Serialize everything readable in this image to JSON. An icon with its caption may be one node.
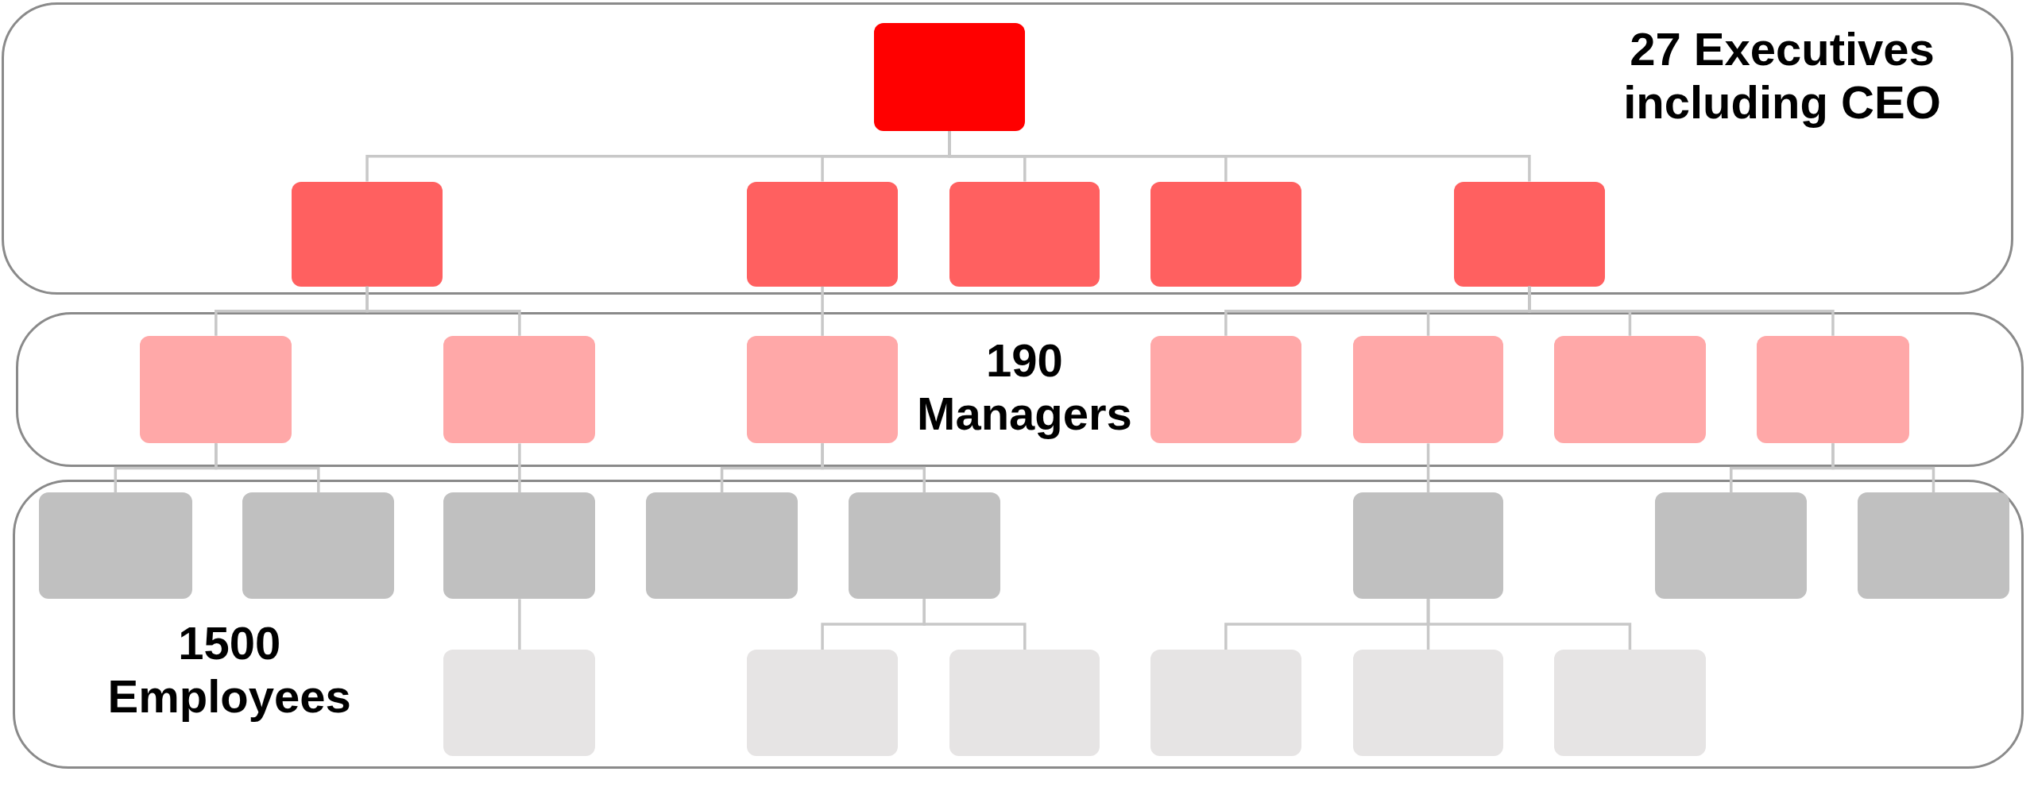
{
  "diagram": {
    "nodes": [
      {
        "text": [
          "27 Executives including CEO"
        ]
      },
      {
        "text": [],
        "shape": "box",
        "in": 0
      },
      {
        "text": [],
        "shape": "box",
        "in": 0
      },
      {
        "text": [],
        "shape": "box",
        "in": 0
      },
      {
        "text": [],
        "shape": "box",
        "in": 0
      },
      {
        "text": [],
        "shape": "box",
        "in": 0
      },
      {
        "text": [],
        "shape": "box",
        "in": 0
      },
      {
        "text": [
          "190 Managers"
        ]
      },
      {
        "text": [],
        "shape": "box",
        "in": 7
      },
      {
        "text": [],
        "shape": "box",
        "in": 7
      },
      {
        "text": [],
        "shape": "box",
        "in": 7
      },
      {
        "text": [],
        "shape": "box",
        "in": 7
      },
      {
        "text": [],
        "shape": "box",
        "in": 7
      },
      {
        "text": [],
        "shape": "box",
        "in": 7
      },
      {
        "text": [],
        "shape": "box",
        "in": 7
      },
      {
        "text": [
          "1500 Employees"
        ]
      },
      {
        "text": [],
        "shape": "box",
        "in": 15
      },
      {
        "text": [],
        "shape": "box",
        "in": 15
      },
      {
        "text": [],
        "shape": "box",
        "in": 15
      },
      {
        "text": [],
        "shape": "box",
        "in": 15
      },
      {
        "text": [],
        "shape": "box",
        "in": 15
      },
      {
        "text": [],
        "shape": "box",
        "in": 15
      },
      {
        "text": [],
        "shape": "box",
        "in": 15
      },
      {
        "text": [],
        "shape": "box",
        "in": 15
      },
      {
        "text": [],
        "shape": "box",
        "in": 15
      },
      {
        "text": [],
        "shape": "box",
        "in": 15
      },
      {
        "text": [],
        "shape": "box",
        "in": 15
      },
      {
        "text": [],
        "shape": "box",
        "in": 15
      },
      {
        "text": [],
        "shape": "box",
        "in": 15
      },
      {
        "text": [],
        "shape": "box",
        "in": 15
      }
    ],
    "edges": [
      {
        "from": 1,
        "to": 2,
        "arrow": "none"
      },
      {
        "from": 1,
        "to": 3,
        "arrow": "none"
      },
      {
        "from": 1,
        "to": 4,
        "arrow": "none"
      },
      {
        "from": 1,
        "to": 5,
        "arrow": "none"
      },
      {
        "from": 1,
        "to": 6,
        "arrow": "none"
      },
      {
        "from": 2,
        "to": 8,
        "arrow": "none"
      },
      {
        "from": 2,
        "to": 9,
        "arrow": "none"
      },
      {
        "from": 3,
        "to": 10,
        "arrow": "none"
      },
      {
        "from": 6,
        "to": 11,
        "arrow": "none"
      },
      {
        "from": 6,
        "to": 12,
        "arrow": "none"
      },
      {
        "from": 6,
        "to": 13,
        "arrow": "none"
      },
      {
        "from": 6,
        "to": 14,
        "arrow": "none"
      },
      {
        "from": 8,
        "to": 16,
        "arrow": "none"
      },
      {
        "from": 8,
        "to": 17,
        "arrow": "none"
      },
      {
        "from": 9,
        "to": 18,
        "arrow": "none"
      },
      {
        "from": 10,
        "to": 19,
        "arrow": "none"
      },
      {
        "from": 10,
        "to": 20,
        "arrow": "none"
      },
      {
        "from": 12,
        "to": 21,
        "arrow": "none"
      },
      {
        "from": 14,
        "to": 22,
        "arrow": "none"
      },
      {
        "from": 14,
        "to": 23,
        "arrow": "none"
      },
      {
        "from": 18,
        "to": 24,
        "arrow": "none"
      },
      {
        "from": 20,
        "to": 25,
        "arrow": "none"
      },
      {
        "from": 20,
        "to": 26,
        "arrow": "none"
      },
      {
        "from": 21,
        "to": 27,
        "arrow": "none"
      },
      {
        "from": 21,
        "to": 28,
        "arrow": "none"
      },
      {
        "from": 21,
        "to": 29,
        "arrow": "none"
      }
    ]
  }
}
